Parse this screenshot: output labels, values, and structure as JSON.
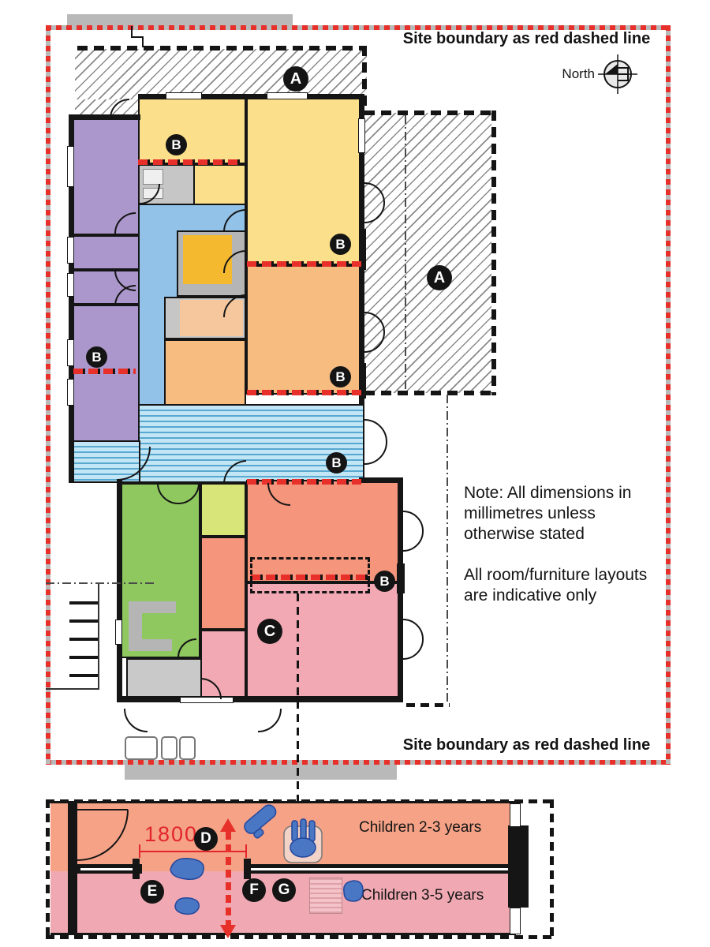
{
  "site": {
    "boundary_label_top": "Site boundary as red dashed line",
    "boundary_label_bottom": "Site boundary as red dashed line",
    "north_label": "North"
  },
  "notes": {
    "note1": "Note: All dimensions in millimetres unless otherwise stated",
    "note2": "All room/furniture layouts are indicative only"
  },
  "markers": {
    "a": "A",
    "b": "B",
    "c": "C",
    "d": "D",
    "e": "E",
    "f": "F",
    "g": "G"
  },
  "detail_inset": {
    "dimension_mm": "1800",
    "room_top": "Children 2-3 years",
    "room_bottom": "Children 3-5 years"
  },
  "colors": {
    "site_boundary_red": "#e8302b",
    "marker_black": "#141414",
    "room_purple": "#ab97cc",
    "room_yellow": "#fcdf8a",
    "room_gold": "#f4b92f",
    "room_blue": "#92c2e8",
    "room_orange": "#f6bc80",
    "room_green": "#8fc85f",
    "room_lime": "#d8e679",
    "room_salmon": "#f4957c",
    "room_pink": "#f2a9b4",
    "room_gray": "#c6c6c6",
    "corridor_blue": "#c2e6f5",
    "corridor_stripe": "#58a8cf",
    "furniture_blue": "#4a77c4",
    "inset_salmon": "#f5a287",
    "inset_pink": "#f0a9b2"
  }
}
